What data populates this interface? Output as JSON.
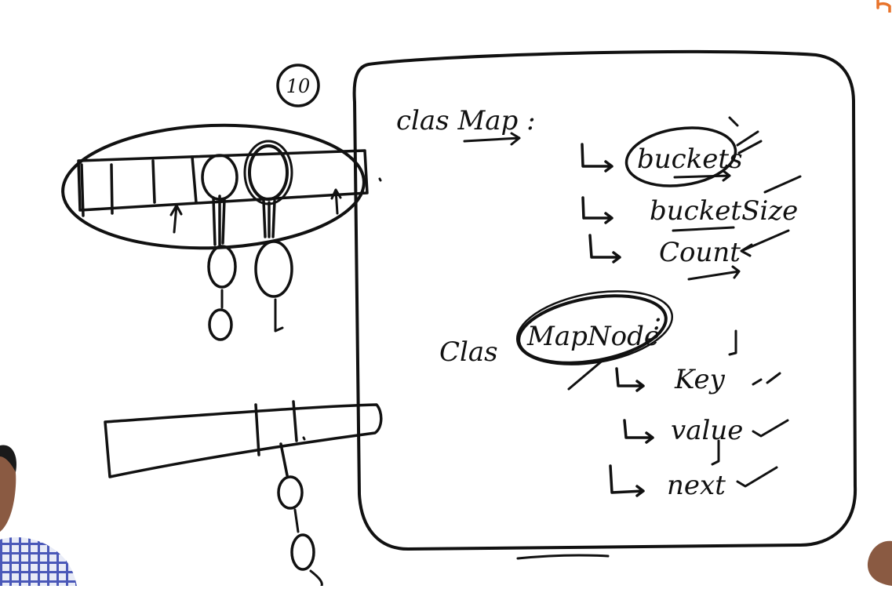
{
  "whiteboard": {
    "page_number": "10",
    "class_map": {
      "title": "clas Map :",
      "fields": [
        "buckets",
        "bucketSize",
        "Count"
      ]
    },
    "class_mapnode": {
      "title_prefix": "Clas",
      "title_name": "MapNode",
      "title_suffix": ":",
      "fields": [
        "Key",
        "value",
        "next"
      ]
    }
  },
  "colors": {
    "ink": "#111111",
    "background": "#ffffff",
    "shirt_check": "#4a58b8",
    "skin": "#8a5a42",
    "brand_accent": "#e8732a"
  }
}
